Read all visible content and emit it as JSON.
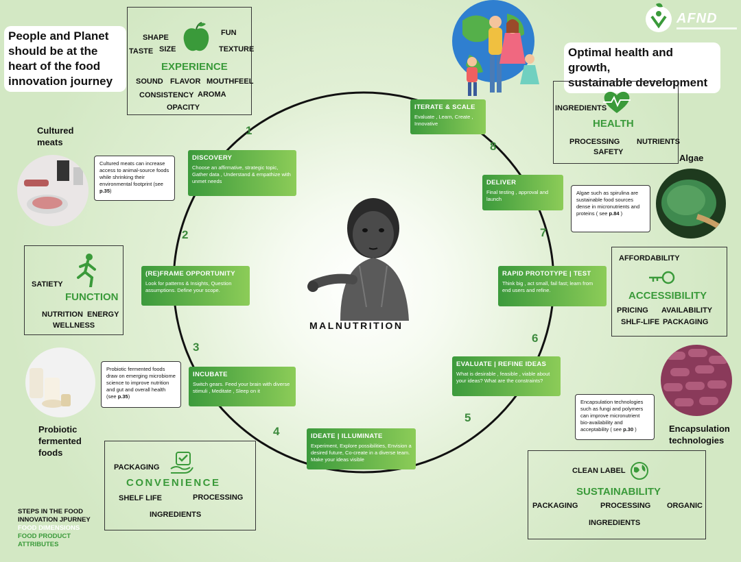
{
  "header": {
    "left_callout": [
      "People and Planet",
      "should be at the",
      "heart of the food",
      "innovation journey"
    ],
    "right_callout": [
      "Optimal health and growth,",
      "sustainable development"
    ],
    "logo_text": "AFND",
    "center_label": "MALNUTRITION"
  },
  "dimensions": {
    "experience": {
      "title": "EXPERIENCE",
      "attributes": [
        "SHAPE",
        "FUN",
        "TASTE",
        "SIZE",
        "TEXTURE",
        "SOUND",
        "FLAVOR",
        "MOUTHFEEL",
        "CONSISTENCY",
        "AROMA",
        "OPACITY"
      ]
    },
    "function": {
      "title": "FUNCTION",
      "attributes": [
        "SATIETY",
        "NUTRITION",
        "ENERGY",
        "WELLNESS"
      ]
    },
    "convenience": {
      "title": "CONVENIENCE",
      "attributes": [
        "PACKAGING",
        "SHELF LIFE",
        "PROCESSING",
        "INGREDIENTS"
      ]
    },
    "health": {
      "title": "HEALTH",
      "attributes": [
        "INGREDIENTS",
        "PROCESSING",
        "NUTRIENTS",
        "SAFETY"
      ]
    },
    "accessibility": {
      "title": "ACCESSIBILITY",
      "attributes": [
        "AFFORDABILITY",
        "PRICING",
        "AVAILABILITY",
        "SHLF-LIFE",
        "PACKAGING"
      ]
    },
    "sustainability": {
      "title": "SUSTAINABILITY",
      "attributes": [
        "CLEAN LABEL",
        "PACKAGING",
        "PROCESSING",
        "ORGANIC",
        "INGREDIENTS"
      ]
    }
  },
  "steps": [
    {
      "number": "1",
      "title": "DISCOVERY",
      "desc": "Choose an affirmative, strategic topic, Gather data , Understand & empathize with unmet needs"
    },
    {
      "number": "2",
      "title": "(RE)FRAME OPPORTUNITY",
      "desc": "Look for patterns & Insights, Question assumptions. Define your scope."
    },
    {
      "number": "3",
      "title": "INCUBATE",
      "desc": "Switch gears. Feed your brain with diverse stimuli , Meditate , Sleep on it"
    },
    {
      "number": "4",
      "title": "IDEATE | ILLUMINATE",
      "desc": "Experiment, Explore possibilities, Envision a desired future, Co-create in a diverse team. Make your ideas visible"
    },
    {
      "number": "5",
      "title": "EVALUATE | REFINE IDEAS",
      "desc": "What is desirable , feasible , viable about your ideas? What are the constraints?"
    },
    {
      "number": "6",
      "title": "RAPID PROTOTYPE | TEST",
      "desc": "Think big , act small, fail fast; learn from end users and refine."
    },
    {
      "number": "7",
      "title": "DELIVER",
      "desc": "Final testing , approval and launch"
    },
    {
      "number": "8",
      "title": "ITERATE & SCALE",
      "desc": "Evaluate , Learn, Create , Innovative"
    }
  ],
  "examples": [
    {
      "caption": [
        "Cultured",
        "meats"
      ],
      "note": "Cultured meats can increase access to animal-source foods while shrinking their environmental footprint (see ",
      "ref": "p.35",
      "note_end": ")"
    },
    {
      "caption": [
        "Probiotic",
        "fermented",
        "foods"
      ],
      "note": "Probiotic fermented foods draw on emerging microbiome science to improve nutrition and gut and overall health (see ",
      "ref": "p.35",
      "note_end": ")"
    },
    {
      "caption": [
        "Algae"
      ],
      "note": "Algae such as spirulina are sustainable food sources dense in micronutrients and proteins ( see ",
      "ref": "p.84",
      "note_end": " )"
    },
    {
      "caption": [
        "Encapsulation",
        "technologies"
      ],
      "note": "Encapsulation technologies such as fungi and polymers can improve micronutrient bio-availability and acceptability ( see ",
      "ref": "p.30",
      "note_end": " )"
    }
  ],
  "legend": {
    "items": [
      {
        "label": "STEPS IN THE FOOD INNOVATION JPURNEY",
        "color": "#111111"
      },
      {
        "label": "FOOD DIMENSIONS",
        "color": "#ffffff"
      },
      {
        "label": "FOOD PRODUCT ATTRIBUTES",
        "color": "#3a9a3a"
      }
    ]
  },
  "colors": {
    "accent_green": "#3a9a3a",
    "step_gradient_start": "#3c9a3c",
    "step_gradient_end": "#8ccc58",
    "background": "#d6e9c8"
  }
}
